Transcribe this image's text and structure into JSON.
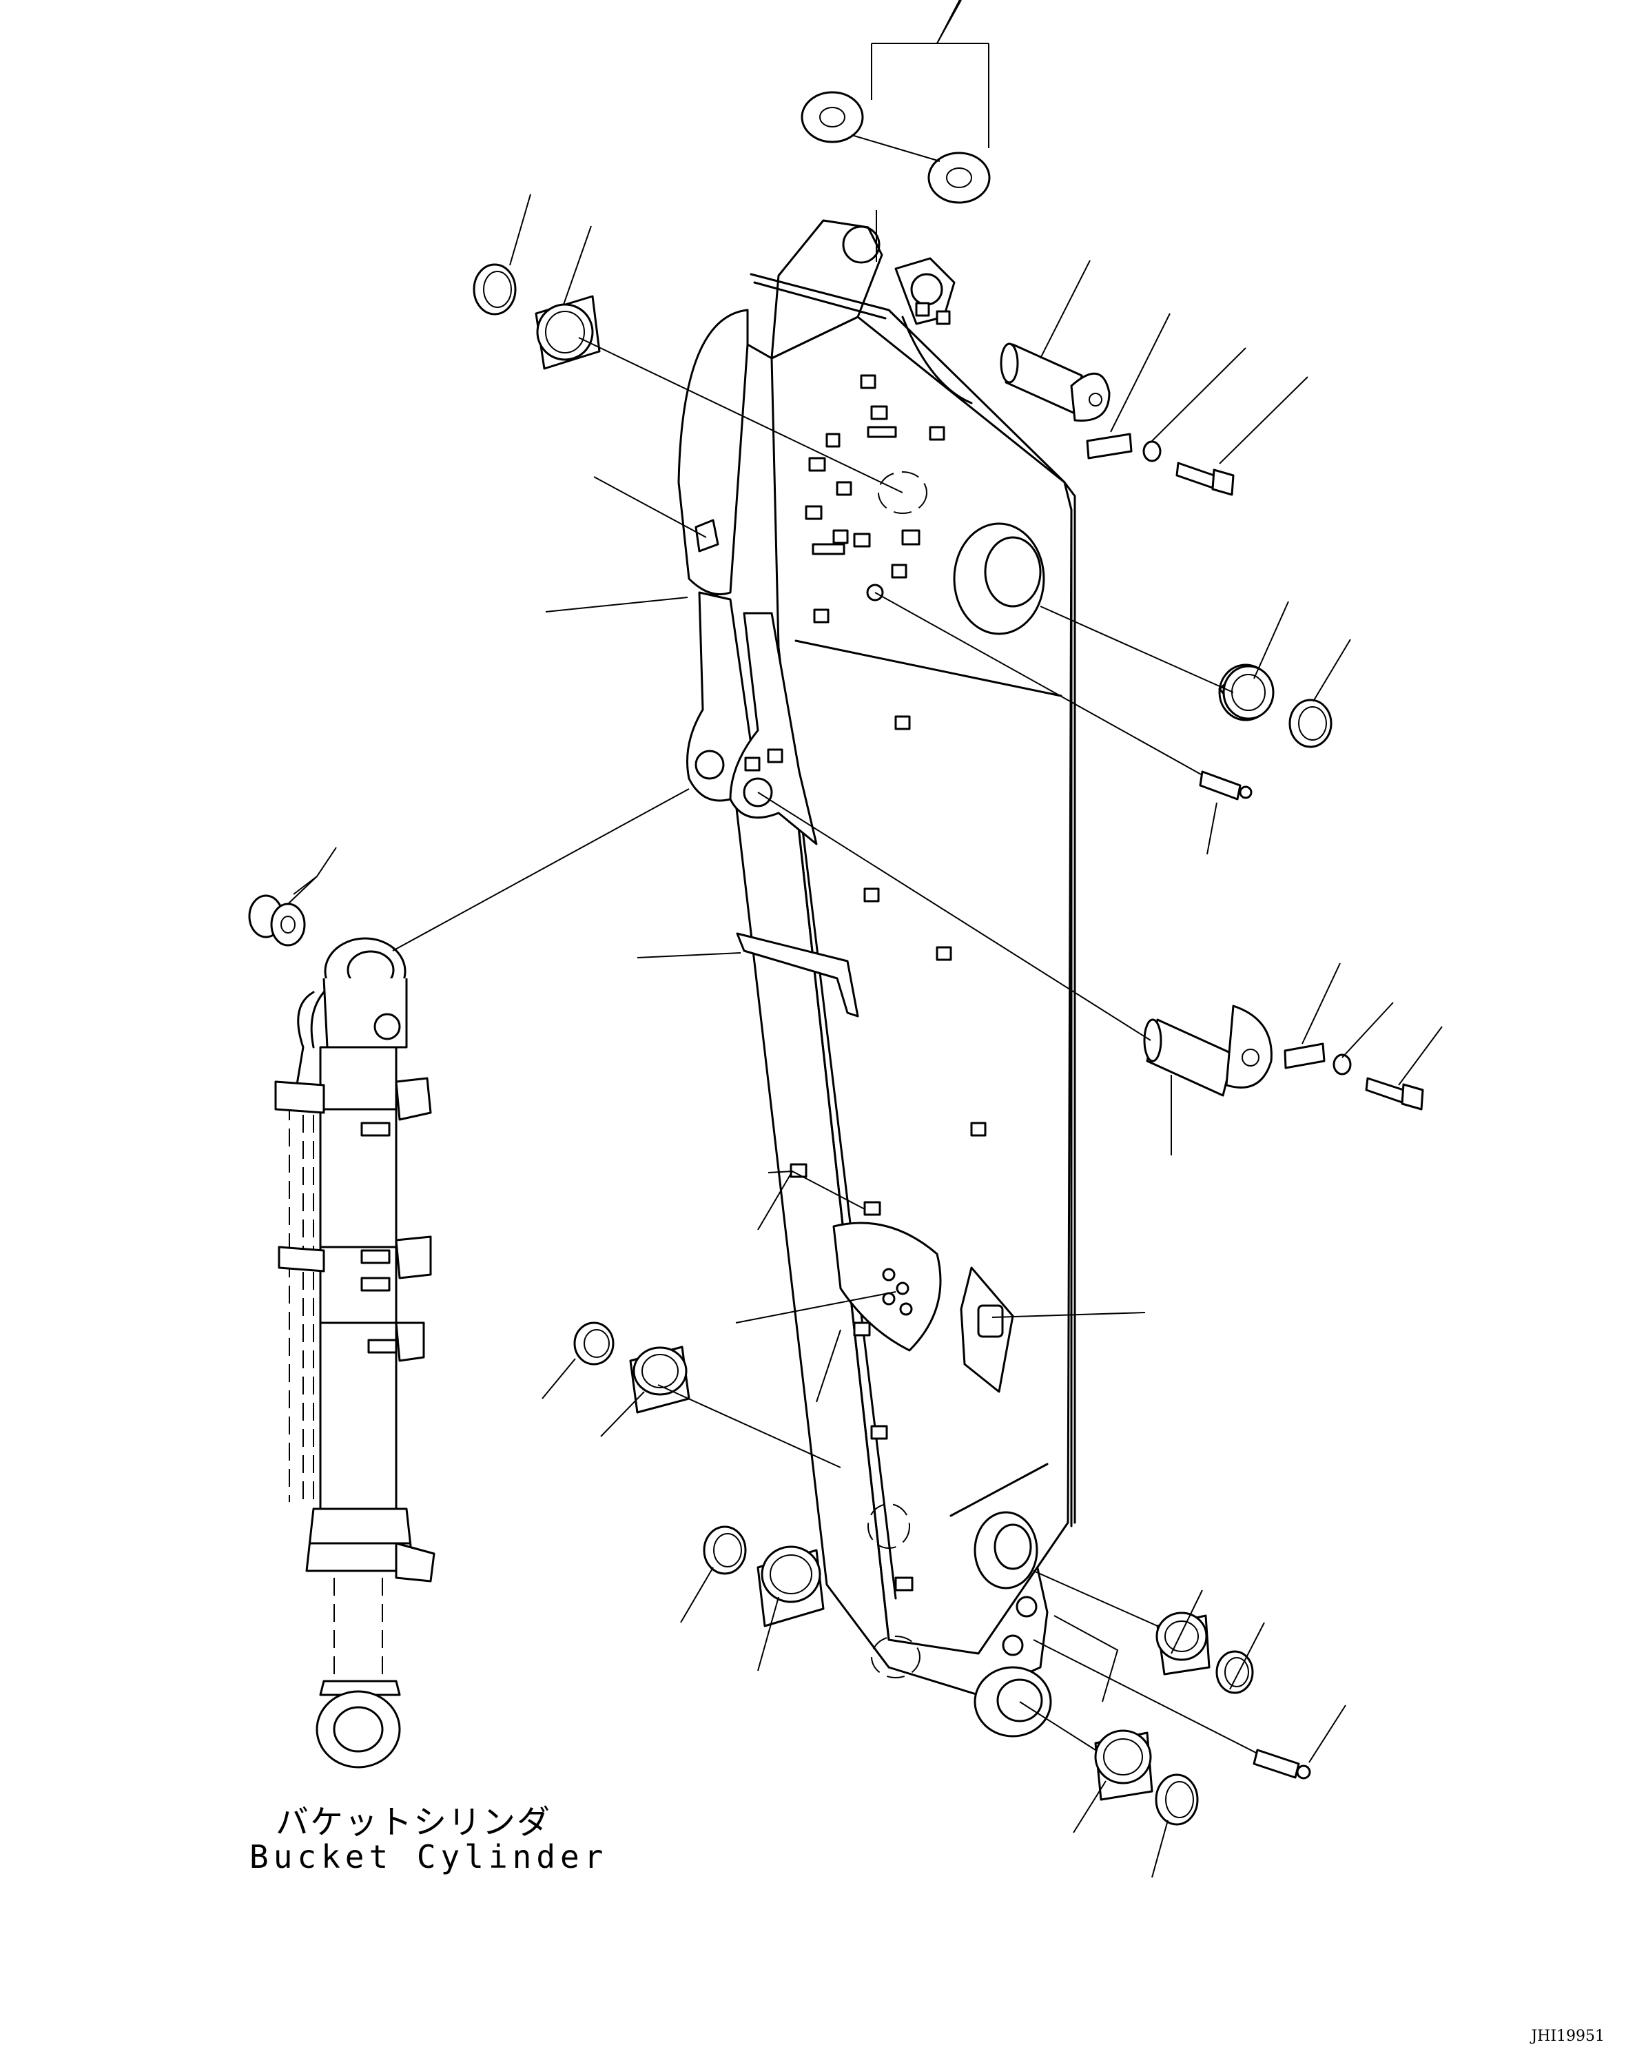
{
  "figure": {
    "caption_jp": "バケットシリンダ",
    "caption_en": "Bucket Cylinder",
    "drawing_code": "JHI19951"
  },
  "icons": [
    "arm-assembly",
    "bucket-cylinder",
    "bushing",
    "seal-ring",
    "pin",
    "shim",
    "plate",
    "washer",
    "bolt",
    "grease-fitting"
  ]
}
